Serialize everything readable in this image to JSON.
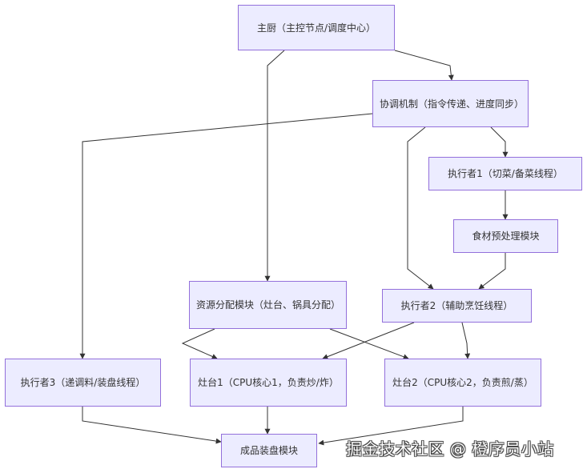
{
  "nodes": {
    "chef": "主厨（主控节点/调度中心）",
    "coord": "协调机制（指令传递、进度同步）",
    "exec1": "执行者1（切菜/备菜线程）",
    "prep": "食材预处理模块",
    "alloc": "资源分配模块（灶台、锅具分配）",
    "exec2": "执行者2（辅助烹饪线程）",
    "exec3": "执行者3（递调料/装盘线程）",
    "stove1": "灶台1（CPU核心1，负责炒/炸）",
    "stove2": "灶台2（CPU核心2，负责煎/蒸）",
    "plating": "成品装盘模块"
  },
  "watermark": "掘金技术社区 @ 橙序员小站",
  "colors": {
    "node_fill": "#ECECFF",
    "node_border": "#9370DB",
    "edge": "#333333"
  }
}
